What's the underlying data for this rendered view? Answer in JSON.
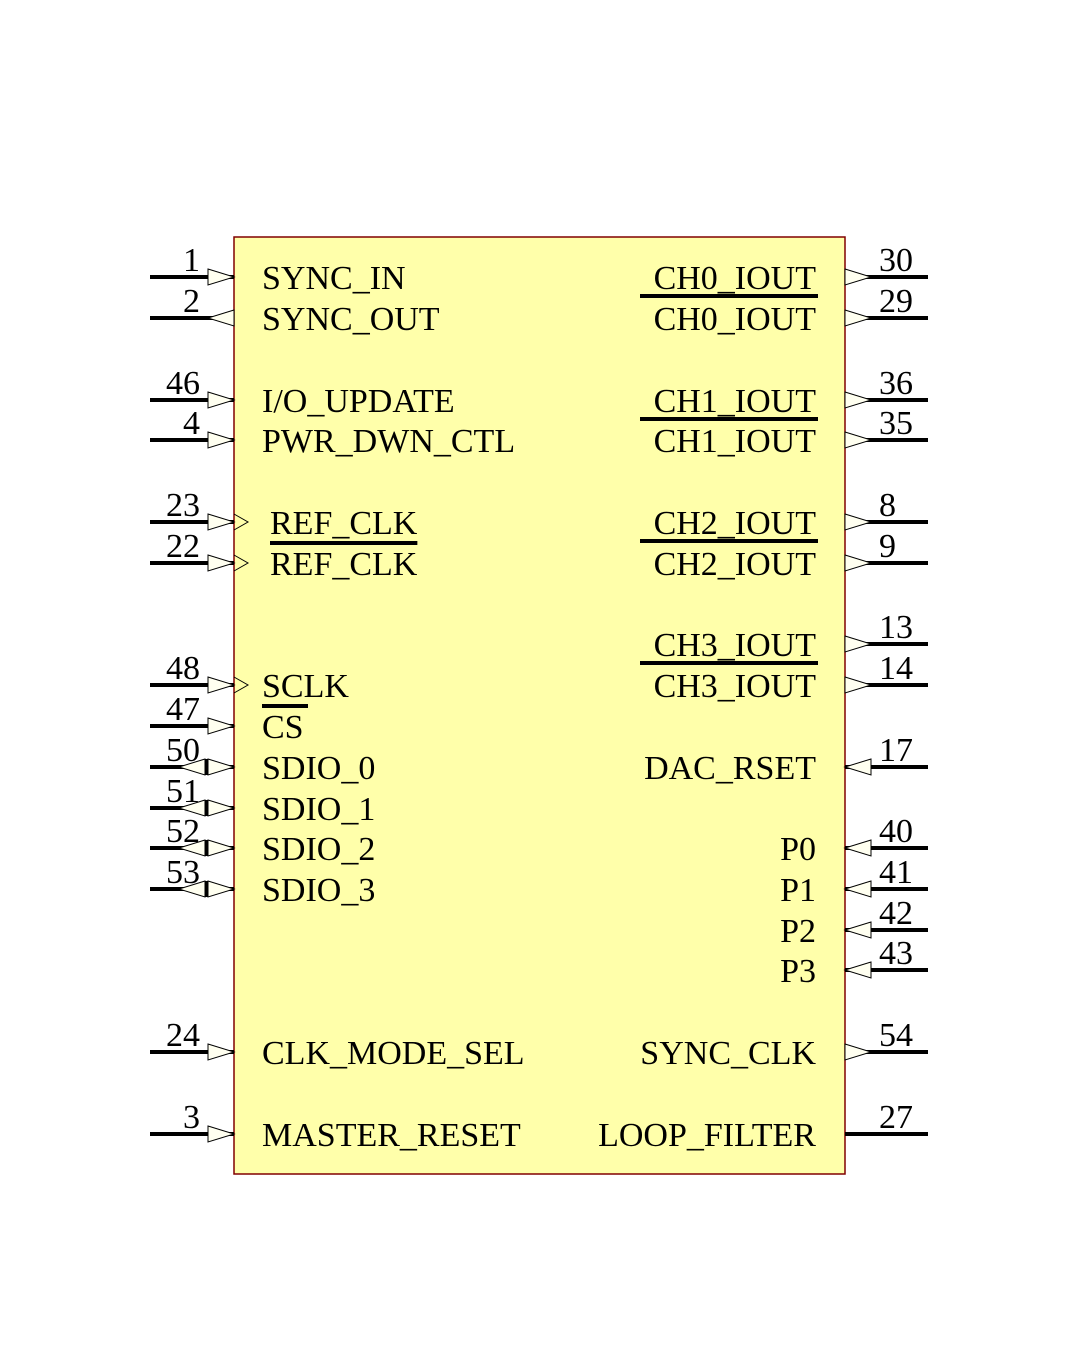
{
  "component": {
    "body_color": "#ffffaa",
    "border_color": "#800000"
  },
  "left_pins": [
    {
      "num": "1",
      "name": "SYNC_IN",
      "dir": "in"
    },
    {
      "num": "2",
      "name": "SYNC_OUT",
      "dir": "out"
    },
    {
      "num": "46",
      "name": "I/O_UPDATE",
      "dir": "in"
    },
    {
      "num": "4",
      "name": "PWR_DWN_CTL",
      "dir": "in"
    },
    {
      "num": "23",
      "name": "REF_CLK",
      "dir": "in-clk",
      "overbar_below": true
    },
    {
      "num": "22",
      "name": "REF_CLK",
      "dir": "in-clk"
    },
    {
      "num": "48",
      "name": "SCLK",
      "dir": "in-clk",
      "overbar_below": true
    },
    {
      "num": "47",
      "name": "CS",
      "dir": "in"
    },
    {
      "num": "50",
      "name": "SDIO_0",
      "dir": "bidir"
    },
    {
      "num": "51",
      "name": "SDIO_1",
      "dir": "bidir"
    },
    {
      "num": "52",
      "name": "SDIO_2",
      "dir": "bidir"
    },
    {
      "num": "53",
      "name": "SDIO_3",
      "dir": "bidir"
    },
    {
      "num": "24",
      "name": "CLK_MODE_SEL",
      "dir": "in"
    },
    {
      "num": "3",
      "name": "MASTER_RESET",
      "dir": "in"
    }
  ],
  "right_pins": [
    {
      "num": "30",
      "name": "CH0_IOUT",
      "dir": "out",
      "overbar_below": true
    },
    {
      "num": "29",
      "name": "CH0_IOUT",
      "dir": "out"
    },
    {
      "num": "36",
      "name": "CH1_IOUT",
      "dir": "out",
      "overbar_below": true
    },
    {
      "num": "35",
      "name": "CH1_IOUT",
      "dir": "out"
    },
    {
      "num": "8",
      "name": "CH2_IOUT",
      "dir": "out",
      "overbar_below": true
    },
    {
      "num": "9",
      "name": "CH2_IOUT",
      "dir": "out"
    },
    {
      "num": "13",
      "name": "CH3_IOUT",
      "dir": "out",
      "overbar_below": true
    },
    {
      "num": "14",
      "name": "CH3_IOUT",
      "dir": "out"
    },
    {
      "num": "17",
      "name": "DAC_RSET",
      "dir": "in"
    },
    {
      "num": "40",
      "name": "P0",
      "dir": "in"
    },
    {
      "num": "41",
      "name": "P1",
      "dir": "in"
    },
    {
      "num": "42",
      "name": "P2",
      "dir": "in"
    },
    {
      "num": "43",
      "name": "P3",
      "dir": "in"
    },
    {
      "num": "54",
      "name": "SYNC_CLK",
      "dir": "out"
    },
    {
      "num": "27",
      "name": "LOOP_FILTER",
      "dir": "passive"
    }
  ]
}
